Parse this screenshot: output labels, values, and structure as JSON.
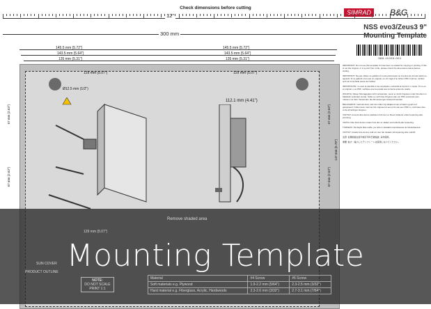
{
  "header": {
    "check_title": "Check dimensions before cutting",
    "inch_label": "12\"",
    "mm_label": "300 mm"
  },
  "brand": {
    "simrad": "SIMRAD",
    "bg": "B&G",
    "product_title_line1": "NSS evo3/Zeus3 9\"",
    "product_title_line2": "Mounting Template",
    "barcode_number": "988-11093-001"
  },
  "dimensions": {
    "w1": "145.5 mm (5.72\")",
    "w2": "143.5 mm (5.64\")",
    "w3": "135 mm (5.31\")",
    "w1b": "145.5 mm (5.72\")",
    "w2b": "143.5 mm (5.64\")",
    "w3b": "135 mm (5.31\")",
    "inner_left": "129 mm (5.07\")",
    "inner_right": "129 mm (5.07\")",
    "hole": "Ø12.5 mm (1/2\")",
    "depth": "112.1 mm (4.41\")",
    "v_left1": "67 mm (2.63\")",
    "v_left2": "67 mm (2.63\")",
    "v_right1": "67 mm (2.63\")",
    "v_right2": "67 mm (2.63\")",
    "v_total": "147 mm (5.78\")",
    "bottom_inner": "129 mm (5.07\")"
  },
  "labels": {
    "remove_area": "Remove shaded area",
    "sun_cover": "SUN COVER",
    "product_outline": "PRODUCT OUTLINE",
    "note_title": "NOTE:",
    "note_line1": "DO NOT SCALE",
    "note_line2": "PRINT 1:1",
    "big_title": "Mounting Template"
  },
  "table": {
    "col1": "Material",
    "col2": "#4 Screw",
    "col3": "#6 Screw",
    "rows": [
      [
        "Soft materials e.g. Plywood",
        "1.9-2.2 mm (5/64\")",
        "2.3-2.5 mm (3/32\")"
      ],
      [
        "Hard material e.g. Fiberglass, Acrylic, Hardwoods",
        "2.3-2.6 mm (3/32\")",
        "2.7-3.1 mm (7/64\")"
      ]
    ]
  },
  "notes": [
    "IMPORTANT: Do not use this template if it has been re-scaled for copying or printing. If this is not the original, or is a print from a file, please check the dimensions below before cutting.",
    "IMPORTANT: Ne pas utiliser ce gabarit s'il a été photocopié ou imprimé de format réduit ou agrandi. Si ce gabarit n'est pas un original, ou s'il s'agit d'un fichier PDF imprimé, vérifiez qu'il est à l'échelle avant de l'utiliser.",
    "IMPORTANTE: no usar la plantilla si fue ampliada o reducida al imprimir o copiar. Si no es el original, o es PDF, verifique que la escala sea correcta antes de usarla.",
    "WICHTIG: Dieser Montageplan nicht verwenden, wenn er durch Kopieren oder Drucken im Maßstab verändert wurde. Sollte es nicht das Original oder ein PDF-Ausdruck sein, müssen vor dem Verwenden die Abmessungen überprüft werden.",
    "BELANGRIJK: Gebruik deze mal niet indien hij afwijkend van schaal is geprint of gekopieerd. Indien deze mal niet het origineel of een print van een PDF is, controleer dan of de afmetingen kloppen.",
    "VIGTIGT: Anvend ikke denne skabelon hvis den er blevet skaleret under kopiering eller printning.",
    "VIKTIG: Ikke bruk denne malen hvis den er skalert ved utskrift eller kopiering.",
    "TÄRKEÄÄ: Älä käytä tätä mallia, jos sitä on skaalattu kopioitaessa tai tulostettaessa.",
    "VIKTIGT: Använd inte denna mall om den har skalats vid kopiering eller utskrift.",
    "注意: 如果模板在复印或打印时已被缩放, 请勿使用。",
    "重要: 拡大・縮小したテンプレートは使用しないでください。"
  ]
}
